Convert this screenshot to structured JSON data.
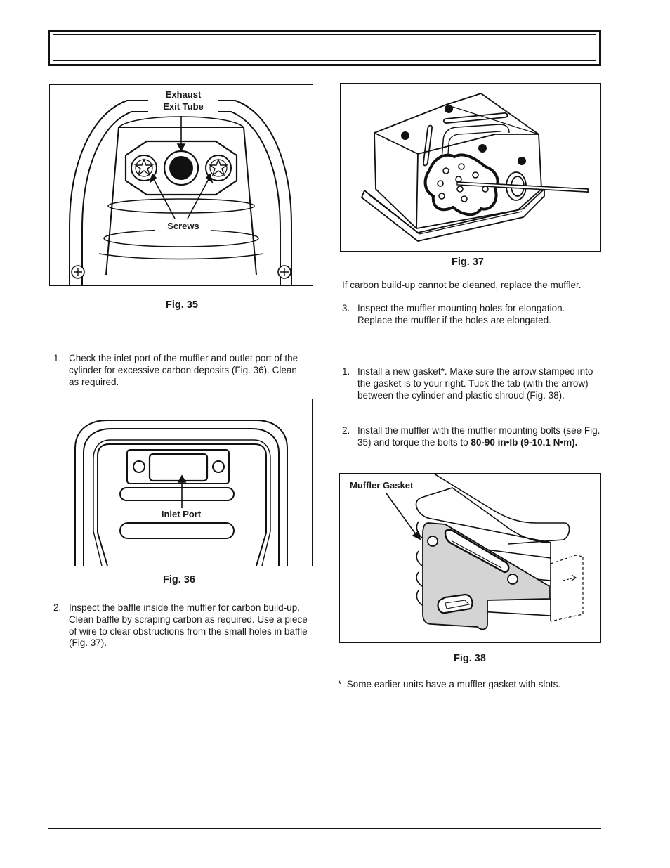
{
  "header": {
    "title": ""
  },
  "figures": {
    "fig35": {
      "caption": "Fig. 35",
      "label_exhaust_line1": "Exhaust",
      "label_exhaust_line2": "Exit Tube",
      "label_screws": "Screws"
    },
    "fig36": {
      "caption": "Fig. 36",
      "label_inlet": "Inlet Port"
    },
    "fig37": {
      "caption": "Fig. 37"
    },
    "fig38": {
      "caption": "Fig. 38",
      "label_gasket": "Muffler Gasket"
    }
  },
  "left_column": {
    "step1": {
      "num": "1.",
      "text": "Check the inlet port of the muffler and outlet port of the cylinder for excessive carbon deposits (Fig. 36). Clean as required."
    },
    "step2": {
      "num": "2.",
      "text": "Inspect the baffle inside the muffler for carbon build-up. Clean baffle by scraping carbon as required. Use a piece of wire to clear obstructions from the small holes in baffle (Fig. 37)."
    }
  },
  "right_column": {
    "note_carbon": "If carbon build-up cannot be cleaned, replace the muffler.",
    "step3": {
      "num": "3.",
      "text": "Inspect the muffler mounting holes for elongation. Replace the muffler if the holes are elongated."
    },
    "install1": {
      "num": "1.",
      "text": "Install a new gasket*. Make sure the arrow stamped into the gasket is to your right. Tuck the tab (with the arrow) between the cylinder and plastic shroud (Fig. 38)."
    },
    "install2": {
      "num": "2.",
      "text_before": "Install the muffler with the muffler mounting bolts (see Fig. 35) and torque the bolts to ",
      "torque_bold": "80-90 in•lb (9-10.1 N•m)."
    },
    "footnote": "*  Some earlier units have a muffler gasket with slots."
  }
}
